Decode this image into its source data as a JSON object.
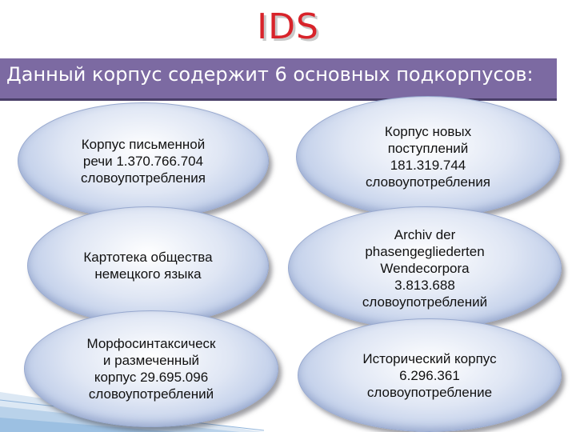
{
  "logo": {
    "text": "IDS"
  },
  "banner": {
    "title": "Данный корпус содержит 6 основных подкорпусов:"
  },
  "ovals": [
    {
      "text": "Корпус письменной\nречи 1.370.766.704\nсловоупотребления"
    },
    {
      "text": "Корпус новых\nпоступлений\n181.319.744\nсловоупотребления"
    },
    {
      "text": "Картотека общества\nнемецкого языка"
    },
    {
      "text": "Archiv der\nphasengegliederten\nWendecorpora\n3.813.688\nсловоупотреблений"
    },
    {
      "text": "Морфосинтаксическ\nи размеченный\nкорпус 29.695.096\nсловоупотреблений"
    },
    {
      "text": "Исторический корпус\n6.296.361\nсловоупотребление"
    }
  ],
  "colors": {
    "banner": "#7c6aa2",
    "logo": "#d8232a",
    "oval_fill": "#c8d4ec"
  }
}
